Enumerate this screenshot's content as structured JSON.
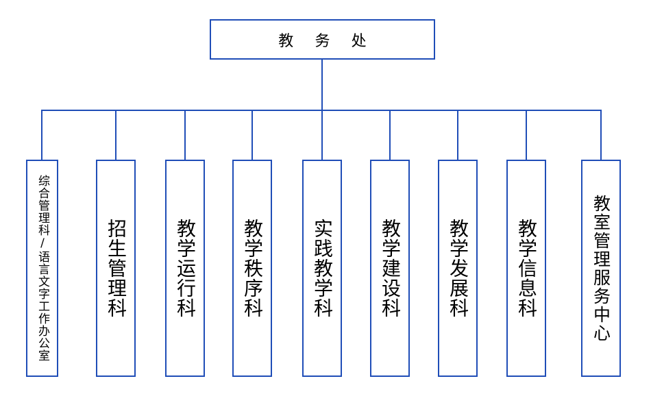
{
  "colors": {
    "line": "#1f4db7",
    "text": "#000000",
    "background": "#ffffff"
  },
  "root": {
    "label": "教 务 处"
  },
  "departments": [
    {
      "label": "综合管理科/语言文字工作办公室"
    },
    {
      "label": "招生管理科"
    },
    {
      "label": "教学运行科"
    },
    {
      "label": "教学秩序科"
    },
    {
      "label": "实践教学科"
    },
    {
      "label": "教学建设科"
    },
    {
      "label": "教学发展科"
    },
    {
      "label": "教学信息科"
    },
    {
      "label": "教室管理服务中心"
    }
  ]
}
